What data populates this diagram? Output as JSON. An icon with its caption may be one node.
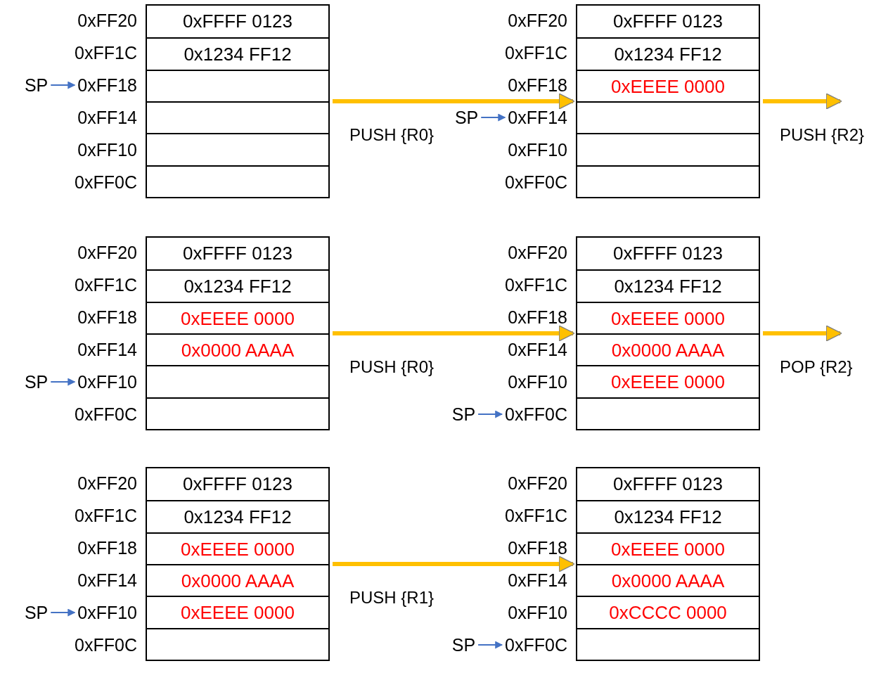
{
  "diagram": {
    "nodes": [
      {
        "text": [],
        "shape": "box"
      },
      {
        "text": [
          "0xFF20"
        ]
      },
      {
        "text": [
          "0xFFFF 0123"
        ],
        "in": 0
      },
      {
        "text": [
          "0xFF1C"
        ]
      },
      {
        "text": [
          "0x1234 FF12"
        ],
        "in": 0
      },
      {
        "text": [
          "0xFF18"
        ]
      },
      {
        "text": [],
        "shape": "box",
        "in": 0
      },
      {
        "text": [
          "0xFF14"
        ]
      },
      {
        "text": [],
        "shape": "box",
        "in": 0
      },
      {
        "text": [
          "0xFF10"
        ]
      },
      {
        "text": [],
        "shape": "box",
        "in": 0
      },
      {
        "text": [
          "0xFF0C"
        ]
      },
      {
        "text": [],
        "shape": "box",
        "in": 0
      },
      {
        "text": [
          "SP"
        ]
      },
      {
        "text": [],
        "shape": "box"
      },
      {
        "text": [
          "0xFF20"
        ]
      },
      {
        "text": [
          "0xFFFF 0123"
        ],
        "in": 14
      },
      {
        "text": [
          "0xFF1C"
        ]
      },
      {
        "text": [
          "0x1234 FF12"
        ],
        "in": 14
      },
      {
        "text": [
          "0xFF18"
        ]
      },
      {
        "text": [
          "0xEEEE 0000"
        ],
        "in": 14
      },
      {
        "text": [
          "0xFF14"
        ]
      },
      {
        "text": [],
        "shape": "box",
        "in": 14
      },
      {
        "text": [
          "0xFF10"
        ]
      },
      {
        "text": [],
        "shape": "box",
        "in": 14
      },
      {
        "text": [
          "0xFF0C"
        ]
      },
      {
        "text": [],
        "shape": "box",
        "in": 14
      },
      {
        "text": [
          "SP"
        ]
      },
      {
        "text": [],
        "shape": "box"
      },
      {
        "text": [
          "0xFF20"
        ]
      },
      {
        "text": [
          "0xFFFF 0123"
        ],
        "in": 28
      },
      {
        "text": [
          "0xFF1C"
        ]
      },
      {
        "text": [
          "0x1234 FF12"
        ],
        "in": 28
      },
      {
        "text": [
          "0xFF18"
        ]
      },
      {
        "text": [
          "0xEEEE 0000"
        ],
        "in": 28
      },
      {
        "text": [
          "0xFF14"
        ]
      },
      {
        "text": [
          "0x0000 AAAA"
        ],
        "in": 28
      },
      {
        "text": [
          "0xFF10"
        ]
      },
      {
        "text": [],
        "shape": "box",
        "in": 28
      },
      {
        "text": [
          "0xFF0C"
        ]
      },
      {
        "text": [],
        "shape": "box",
        "in": 28
      },
      {
        "text": [
          "SP"
        ]
      },
      {
        "text": [],
        "shape": "box"
      },
      {
        "text": [
          "0xFF20"
        ]
      },
      {
        "text": [
          "0xFFFF 0123"
        ],
        "in": 42
      },
      {
        "text": [
          "0xFF1C"
        ]
      },
      {
        "text": [
          "0x1234 FF12"
        ],
        "in": 42
      },
      {
        "text": [
          "0xFF18"
        ]
      },
      {
        "text": [
          "0xEEEE 0000"
        ],
        "in": 42
      },
      {
        "text": [
          "0xFF14"
        ]
      },
      {
        "text": [
          "0x0000 AAAA"
        ],
        "in": 42
      },
      {
        "text": [
          "0xFF10"
        ]
      },
      {
        "text": [
          "0xEEEE 0000"
        ],
        "in": 42
      },
      {
        "text": [
          "0xFF0C"
        ]
      },
      {
        "text": [],
        "shape": "box",
        "in": 42
      },
      {
        "text": [
          "SP"
        ]
      },
      {
        "text": [],
        "shape": "box"
      },
      {
        "text": [
          "0xFF20"
        ]
      },
      {
        "text": [
          "0xFFFF 0123"
        ],
        "in": 56
      },
      {
        "text": [
          "0xFF1C"
        ]
      },
      {
        "text": [
          "0x1234 FF12"
        ],
        "in": 56
      },
      {
        "text": [
          "0xFF18"
        ]
      },
      {
        "text": [
          "0xEEEE 0000"
        ],
        "in": 56
      },
      {
        "text": [
          "0xFF14"
        ]
      },
      {
        "text": [
          "0x0000 AAAA"
        ],
        "in": 56
      },
      {
        "text": [
          "0xFF10"
        ]
      },
      {
        "text": [
          "0xEEEE 0000"
        ],
        "in": 56
      },
      {
        "text": [
          "0xFF0C"
        ]
      },
      {
        "text": [],
        "shape": "box",
        "in": 56
      },
      {
        "text": [
          "SP"
        ]
      },
      {
        "text": [],
        "shape": "box"
      },
      {
        "text": [
          "0xFF20"
        ]
      },
      {
        "text": [
          "0xFFFF 0123"
        ],
        "in": 70
      },
      {
        "text": [
          "0xFF1C"
        ]
      },
      {
        "text": [
          "0x1234 FF12"
        ],
        "in": 70
      },
      {
        "text": [
          "0xFF18"
        ]
      },
      {
        "text": [
          "0xEEEE 0000"
        ],
        "in": 70
      },
      {
        "text": [
          "0xFF14"
        ]
      },
      {
        "text": [
          "0x0000 AAAA"
        ],
        "in": 70
      },
      {
        "text": [
          "0xFF10"
        ]
      },
      {
        "text": [
          "0xCCCC 0000"
        ],
        "in": 70
      },
      {
        "text": [
          "0xFF0C"
        ]
      },
      {
        "text": [],
        "shape": "box",
        "in": 70
      },
      {
        "text": [
          "SP"
        ]
      }
    ],
    "edges": [
      {
        "from": 13,
        "to": 5,
        "arrow": "to"
      },
      {
        "from": 0,
        "to": 14,
        "arrow": "to",
        "label": "PUSH {R0}",
        "style": "thick",
        "color": "#ffc000"
      },
      {
        "from": 27,
        "to": 21,
        "arrow": "to"
      },
      {
        "from": 14,
        "to": null,
        "arrow": "to",
        "label": "PUSH {R2}",
        "style": "thick",
        "color": "#ffc000"
      },
      {
        "from": 41,
        "to": 37,
        "arrow": "to"
      },
      {
        "from": 28,
        "to": 42,
        "arrow": "to",
        "label": "PUSH {R0}",
        "style": "thick",
        "color": "#ffc000"
      },
      {
        "from": 55,
        "to": 53,
        "arrow": "to"
      },
      {
        "from": 42,
        "to": null,
        "arrow": "to",
        "label": "POP {R2}",
        "style": "thick",
        "color": "#ffc000"
      },
      {
        "from": 69,
        "to": 65,
        "arrow": "to"
      },
      {
        "from": 56,
        "to": 70,
        "arrow": "to",
        "label": "PUSH {R1}",
        "style": "thick",
        "color": "#ffc000"
      },
      {
        "from": 83,
        "to": 81,
        "arrow": "to"
      }
    ]
  }
}
